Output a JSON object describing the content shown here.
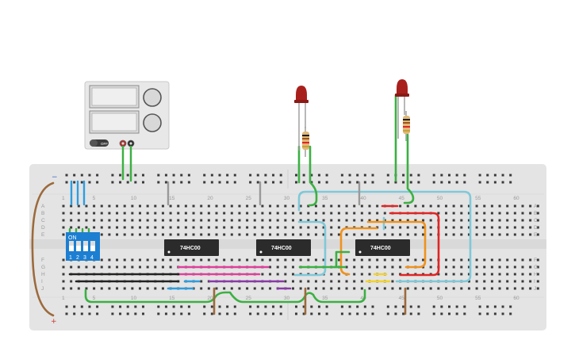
{
  "breadboard": {
    "top_numbers": [
      "1",
      "5",
      "10",
      "15",
      "20",
      "25",
      "30",
      "35",
      "40",
      "45",
      "50",
      "55",
      "60"
    ],
    "bottom_numbers": [
      "1",
      "5",
      "10",
      "15",
      "20",
      "25",
      "30",
      "35",
      "40",
      "45",
      "50",
      "55",
      "60"
    ],
    "row_letters_top": [
      "A",
      "B",
      "C",
      "D",
      "E"
    ],
    "row_letters_bottom": [
      "F",
      "G",
      "H",
      "I",
      "J"
    ],
    "rail_minus": "−",
    "rail_plus": "+"
  },
  "chips": [
    {
      "label": "74HC00"
    },
    {
      "label": "74HC00"
    },
    {
      "label": "74HC00"
    }
  ],
  "dip_switch": {
    "on_label": "ON",
    "numbers": [
      "1",
      "2",
      "3",
      "4"
    ]
  },
  "power_supply": {
    "button_label": "OFF"
  },
  "colors": {
    "board": "#e4e4e4",
    "chip": "#2b2b2b",
    "dip": "#1c7fd1",
    "wire_green": "#3cb043",
    "wire_blue": "#2d9de0",
    "wire_lightblue": "#7fc8d8",
    "wire_orange": "#f0921c",
    "wire_red": "#e02525",
    "wire_yellow": "#f4d32a",
    "wire_pink": "#e0409c",
    "wire_purple": "#8a3aa8",
    "wire_black": "#222222",
    "wire_brown": "#9c6a3c",
    "led": "#a8201c"
  }
}
